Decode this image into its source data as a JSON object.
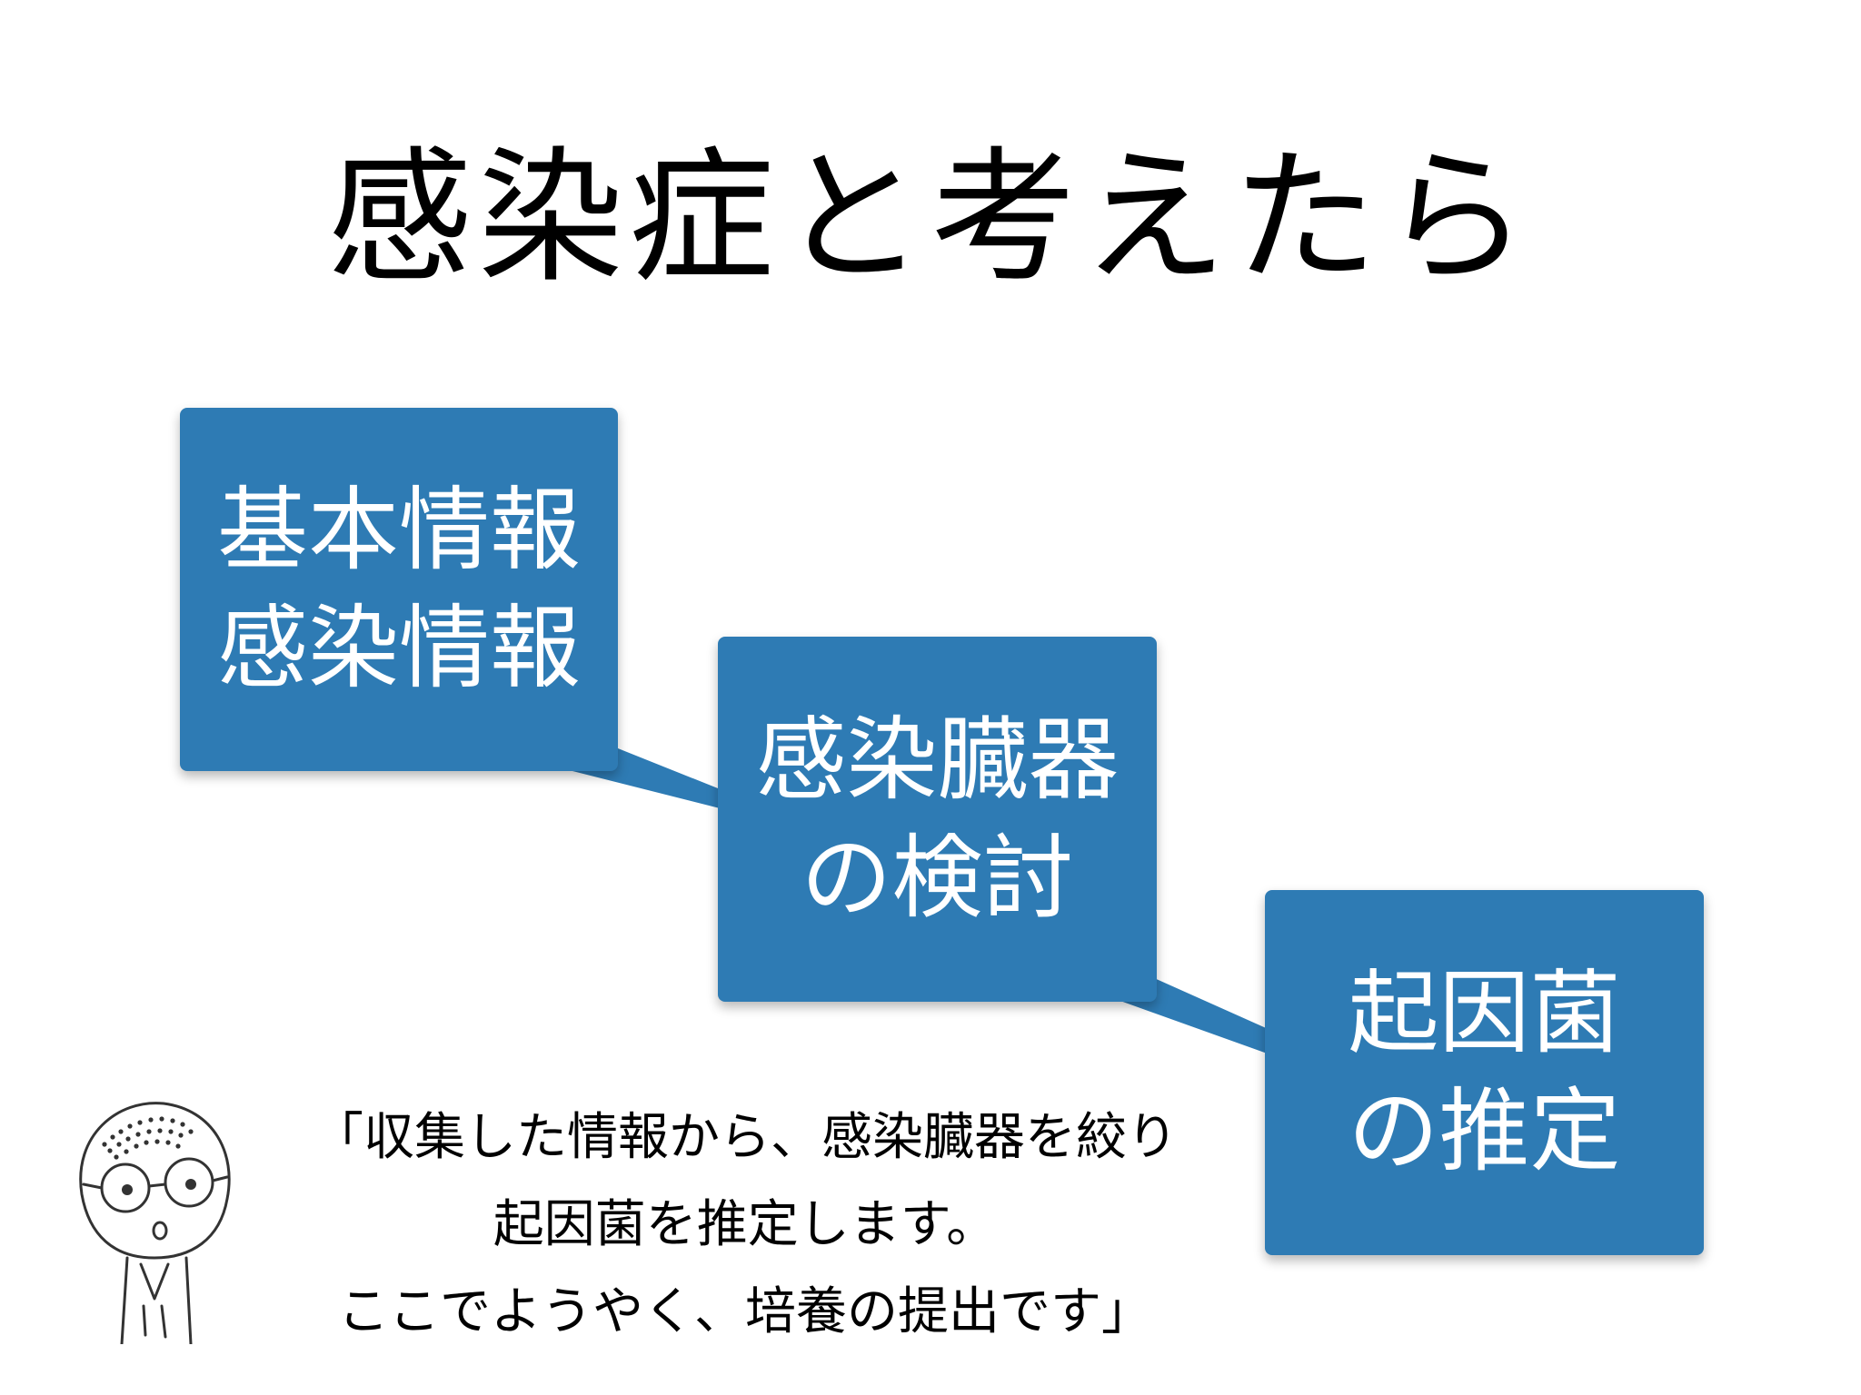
{
  "colors": {
    "box_fill": "#2e7bb4",
    "box_text": "#ffffff",
    "title_text": "#000000",
    "caption_text": "#000000"
  },
  "title": "感染症と考えたら",
  "boxes": [
    {
      "lines": [
        "基本情報",
        "感染情報"
      ]
    },
    {
      "lines": [
        "感染臓器",
        "の検討"
      ]
    },
    {
      "lines": [
        "起因菌",
        "の推定"
      ]
    }
  ],
  "caption": {
    "lines": [
      "「収集した情報から、感染臓器を絞り",
      "起因菌を推定します。",
      "ここでようやく、培養の提出です」"
    ]
  },
  "icons": {
    "character": "doctor-character-icon"
  }
}
